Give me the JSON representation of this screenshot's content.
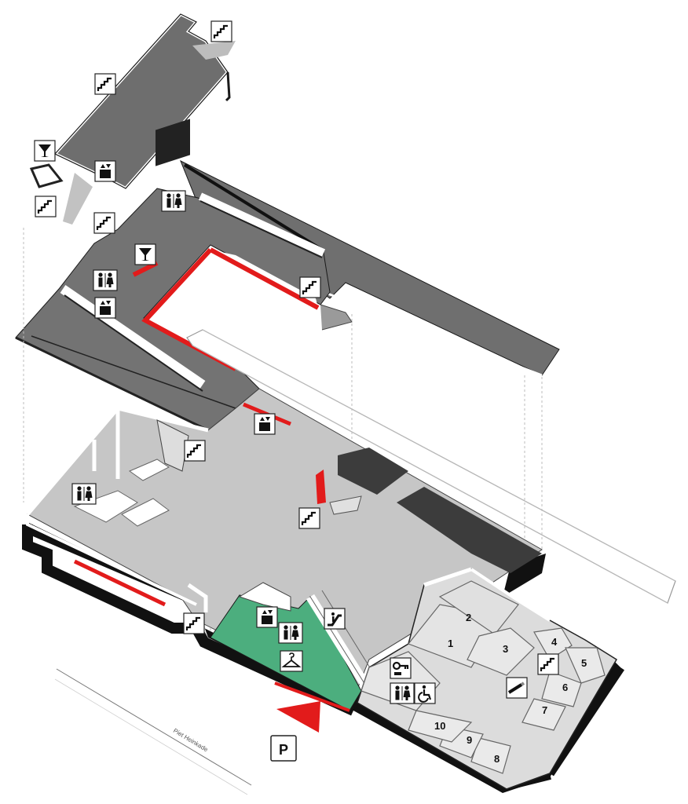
{
  "street_label": "Piet Heinkade",
  "parking_label": "P",
  "room_numbers": [
    "1",
    "2",
    "3",
    "4",
    "5",
    "6",
    "7",
    "8",
    "9",
    "10"
  ],
  "icons": [
    "stairs-icon",
    "elevator-icon",
    "restroom-icon",
    "bar-icon",
    "escalator-icon",
    "cloakroom-icon",
    "wheelchair-icon",
    "key-icon",
    "parking-icon",
    "entrance-arrow-icon",
    "baby-change-icon",
    "smoking-icon"
  ],
  "colors": {
    "floor": "#7a7a7a",
    "floor_light": "#c4c4c4",
    "wall": "#ffffff",
    "plinth": "#111111",
    "accent_red": "#e21b1b",
    "entrance_green": "#4cae7e",
    "room_floor": "#dcdcdc"
  }
}
